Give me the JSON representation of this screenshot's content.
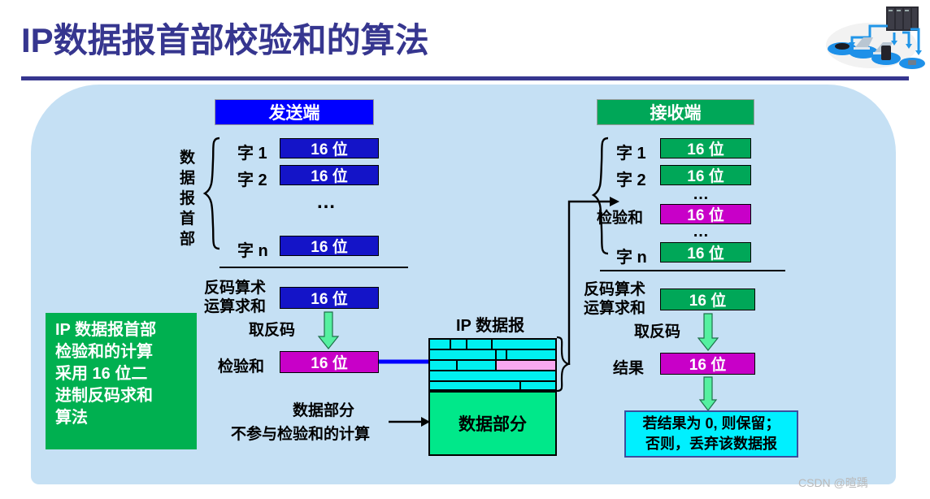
{
  "title": "IP数据报首部校验和的算法",
  "clipart": {
    "name": "network-topology-clipart"
  },
  "sender": {
    "header": "发送端",
    "group_label": "数据报首部",
    "rows": [
      {
        "label": "字 1",
        "value": "16 位"
      },
      {
        "label": "字 2",
        "value": "16 位"
      },
      {
        "label": "",
        "value": "…"
      },
      {
        "label": "字 n",
        "value": "16 位"
      }
    ],
    "sum_label": "反码算术\n运算求和",
    "sum_label_l1": "反码算术",
    "sum_label_l2": "运算求和",
    "sum_value": "16 位",
    "complement_label": "取反码",
    "checksum_label": "检验和",
    "checksum_value": "16 位"
  },
  "receiver": {
    "header": "接收端",
    "rows": [
      {
        "label": "字 1",
        "value": "16 位"
      },
      {
        "label": "字 2",
        "value": "16 位"
      },
      {
        "label": "",
        "value": "…"
      },
      {
        "label": "检验和",
        "value": "16 位"
      },
      {
        "label": "",
        "value": "…"
      },
      {
        "label": "字 n",
        "value": "16 位"
      }
    ],
    "sum_label_l1": "反码算术",
    "sum_label_l2": "运算求和",
    "sum_value": "16 位",
    "complement_label": "取反码",
    "result_label": "结果",
    "result_value": "16 位",
    "conclusion_l1": "若结果为 0, 则保留；",
    "conclusion_l2": "否则，丢弃该数据报"
  },
  "datagram": {
    "title": "IP 数据报",
    "data_part": "数据部分",
    "note_l1": "数据部分",
    "note_l2": "不参与检验和的计算"
  },
  "green_note": {
    "l1": "IP 数据报首部",
    "l2": "检验和的计算",
    "l3": "采用 16 位二",
    "l4": "进制反码求和",
    "l5": "算法"
  },
  "watermark": "CSDN @暄踽",
  "colors": {
    "title": "#36368f",
    "panel": "#c5e0f4",
    "sender_header": "#0000ff",
    "receiver_header": "#00a758",
    "word_blue": "#1414c8",
    "word_green": "#00a758",
    "checksum_magenta": "#c800c8",
    "green_note": "#00b050",
    "datagram_header": "#00f0f0",
    "datagram_checksum": "#f9a8f0",
    "datagram_data": "#00e88a",
    "conclusion_bg": "#00f0ff",
    "arrow_green": "#55f0a0",
    "arrow_blue": "#0000ff"
  }
}
